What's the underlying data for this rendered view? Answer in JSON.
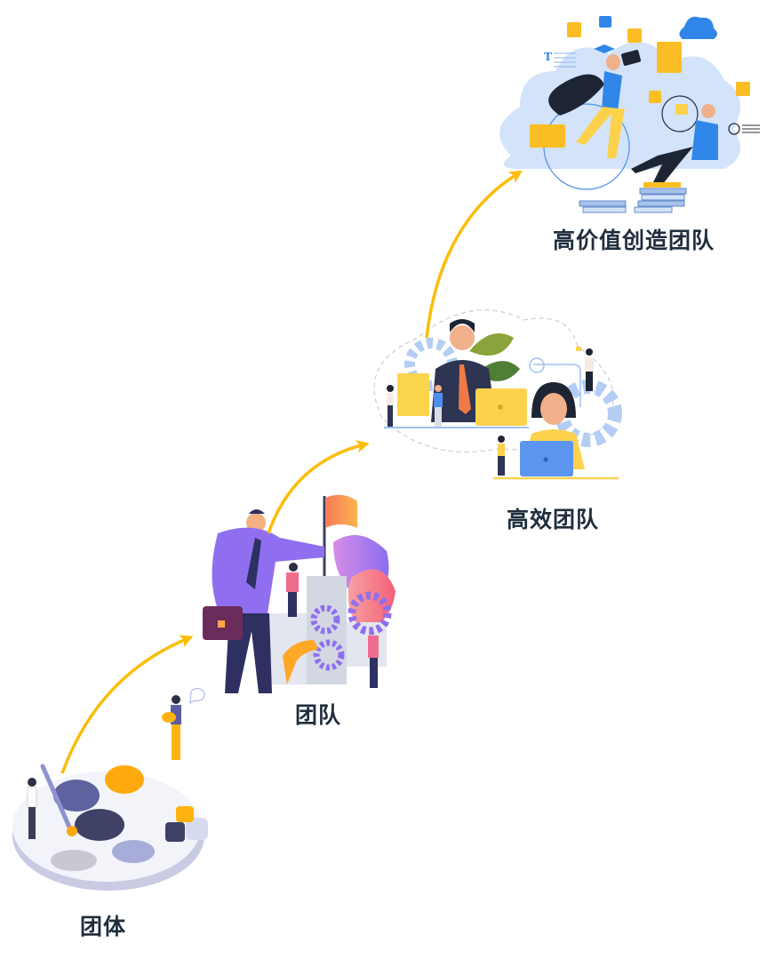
{
  "diagram": {
    "type": "growth-path",
    "stages": [
      {
        "label": "团体",
        "order": 1
      },
      {
        "label": "团队",
        "order": 2
      },
      {
        "label": "高效团队",
        "order": 3
      },
      {
        "label": "高价值创造团队",
        "order": 4
      }
    ],
    "arrow_color": "#fbbd08",
    "text_color": "#1f2d3d"
  }
}
